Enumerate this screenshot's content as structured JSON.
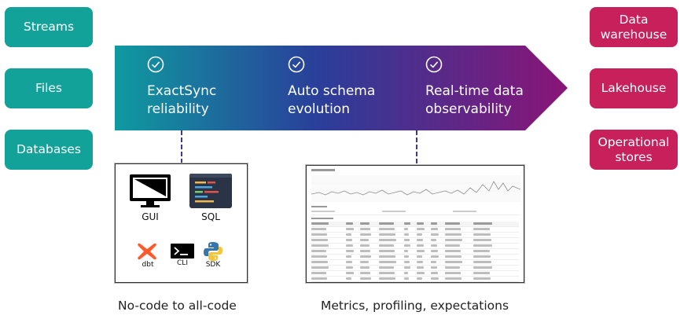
{
  "sources": [
    "Streams",
    "Files",
    "Databases"
  ],
  "destinations": [
    "Data warehouse",
    "Lakehouse",
    "Operational stores"
  ],
  "features": [
    {
      "line1": "ExactSync",
      "line2": "reliability"
    },
    {
      "line1": "Auto schema",
      "line2": "evolution"
    },
    {
      "line1": "Real-time data",
      "line2": "observability"
    }
  ],
  "tools": {
    "gui": "GUI",
    "sql": "SQL",
    "dbt": "dbt",
    "cli": "CLI",
    "sdk": "SDK"
  },
  "captions": {
    "left": "No-code to all-code",
    "right": "Metrics, profiling, expectations"
  },
  "colors": {
    "source": "#13a29a",
    "destination": "#c8205a",
    "arrow_start": "#0f9aa0",
    "arrow_mid": "#2a3e9a",
    "arrow_end": "#8a1477"
  }
}
